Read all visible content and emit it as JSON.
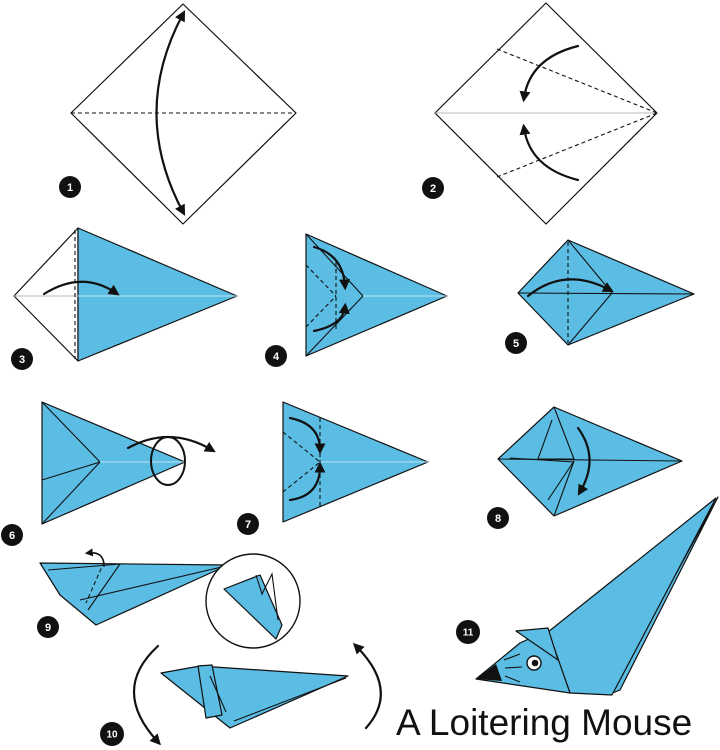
{
  "title": "A Loitering Mouse",
  "colors": {
    "paper_blue": "#5bbde4",
    "outline": "#111111",
    "background": "#ffffff"
  },
  "steps": [
    {
      "number": "1"
    },
    {
      "number": "2"
    },
    {
      "number": "3"
    },
    {
      "number": "4"
    },
    {
      "number": "5"
    },
    {
      "number": "6"
    },
    {
      "number": "7"
    },
    {
      "number": "8"
    },
    {
      "number": "9"
    },
    {
      "number": "10"
    },
    {
      "number": "11"
    }
  ]
}
